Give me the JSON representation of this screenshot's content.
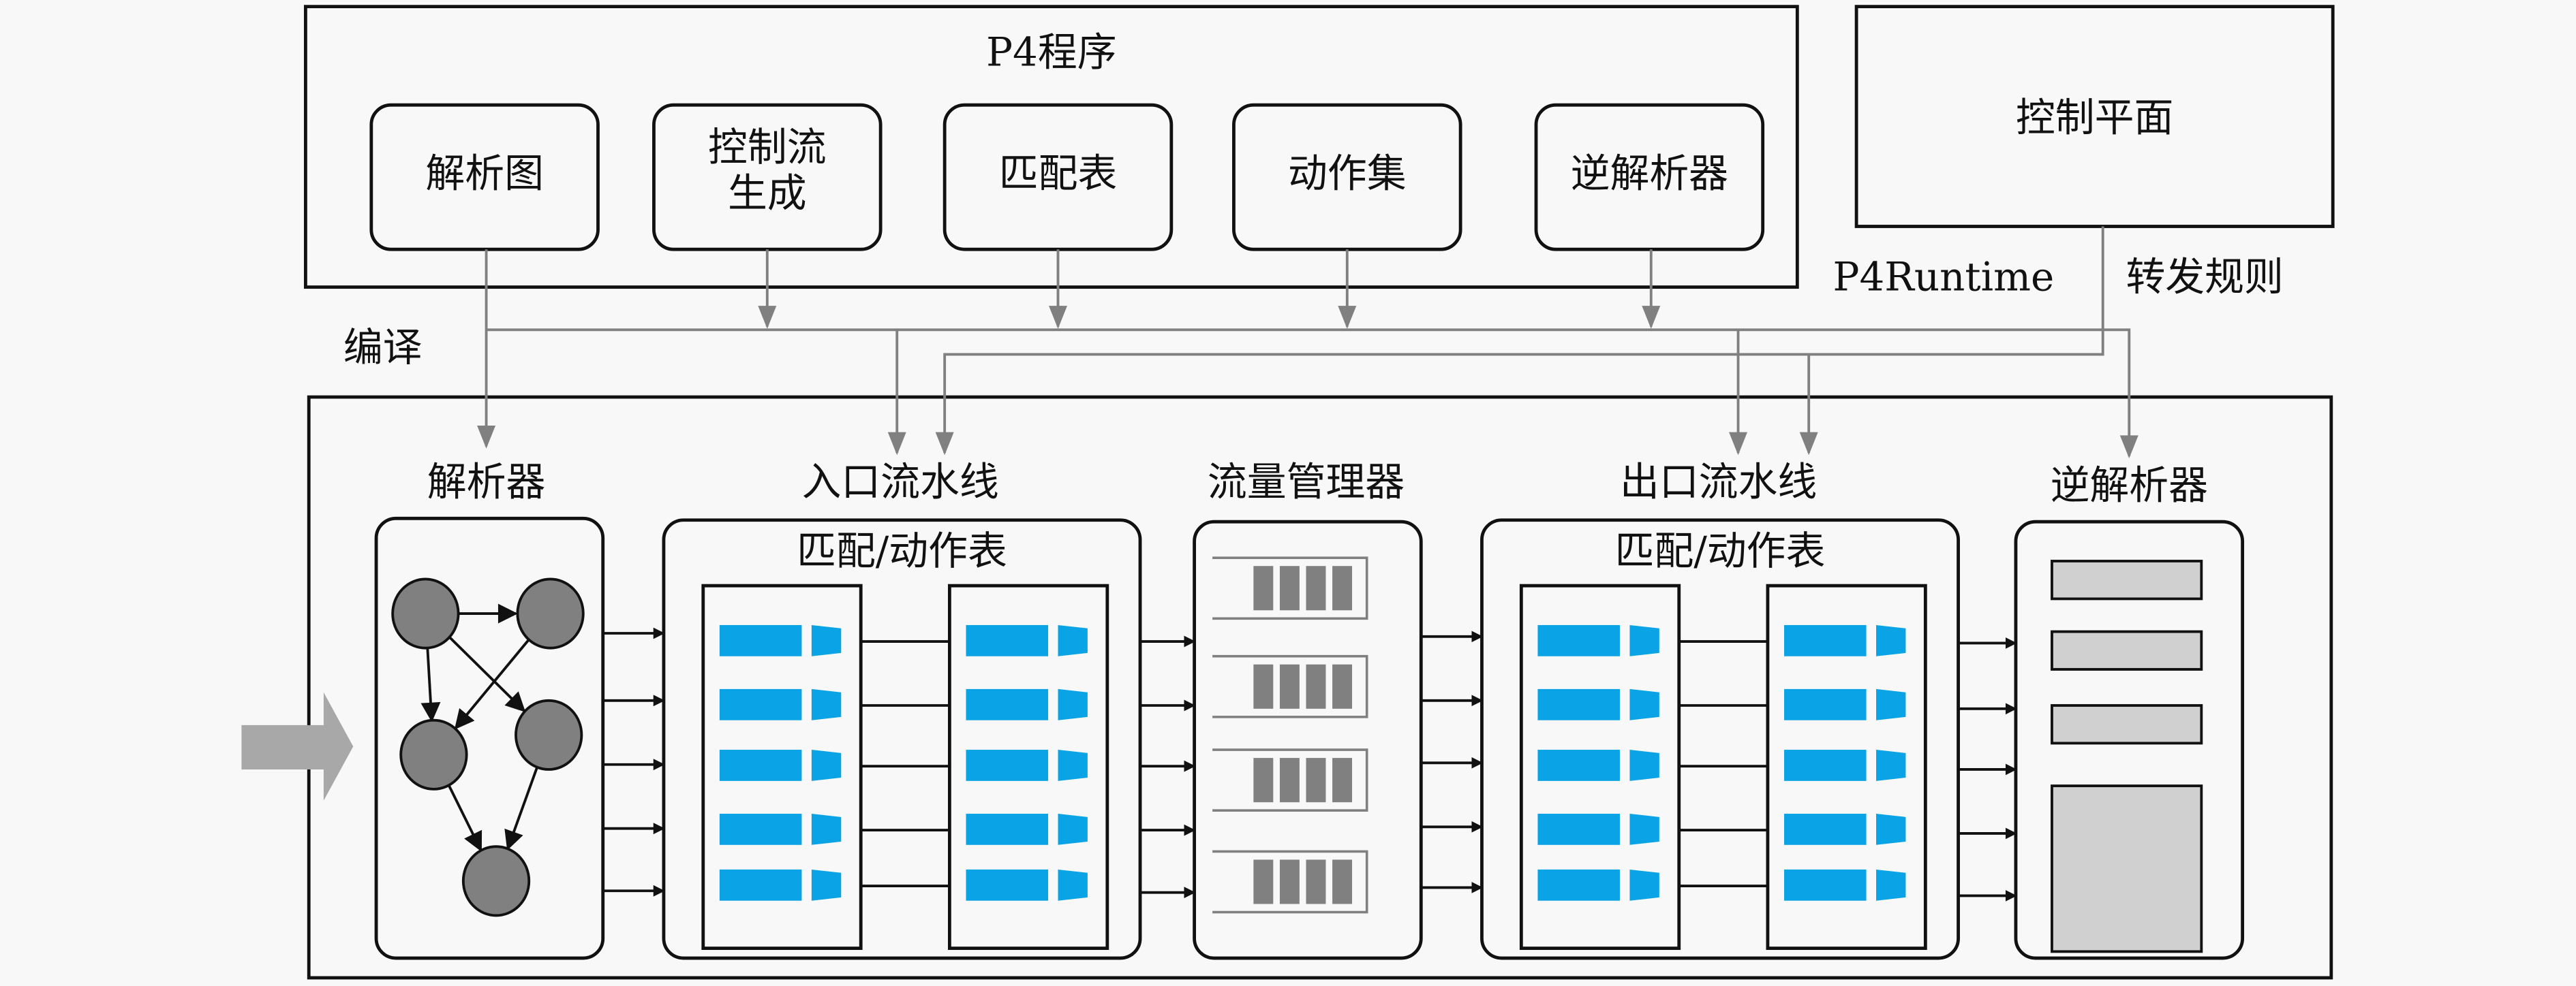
{
  "colors": {
    "background": "#f8f8f8",
    "stroke": "#111111",
    "connector": "#808080",
    "table_entry": "#0aa3e6",
    "node_fill": "#808080",
    "queue_cell": "#808080",
    "deparser_block": "#d0d0d0",
    "input_arrow": "#a8a8a8"
  },
  "p4_program": {
    "title": "P4程序",
    "components": [
      {
        "id": "parse-graph",
        "lines": [
          "解析图"
        ]
      },
      {
        "id": "control-flow",
        "lines": [
          "控制流",
          "生成"
        ]
      },
      {
        "id": "match-table",
        "lines": [
          "匹配表"
        ]
      },
      {
        "id": "action-set",
        "lines": [
          "动作集"
        ]
      },
      {
        "id": "deparser-def",
        "lines": [
          "逆解析器"
        ]
      }
    ]
  },
  "control_plane": {
    "title": "控制平面"
  },
  "labels": {
    "compile": "编译",
    "p4runtime": "P4Runtime",
    "forwarding_rules": "转发规则"
  },
  "data_plane": {
    "stages": {
      "parser": "解析器",
      "ingress": "入口流水线",
      "traffic_manager": "流量管理器",
      "egress": "出口流水线",
      "deparser": "逆解析器"
    },
    "match_action_label": "匹配/动作表",
    "table_entries_per_column": 5,
    "queues": 4,
    "cells_per_queue": 4,
    "parallel_links": 5,
    "parse_graph_nodes": 5,
    "deparser_blocks": 4
  }
}
